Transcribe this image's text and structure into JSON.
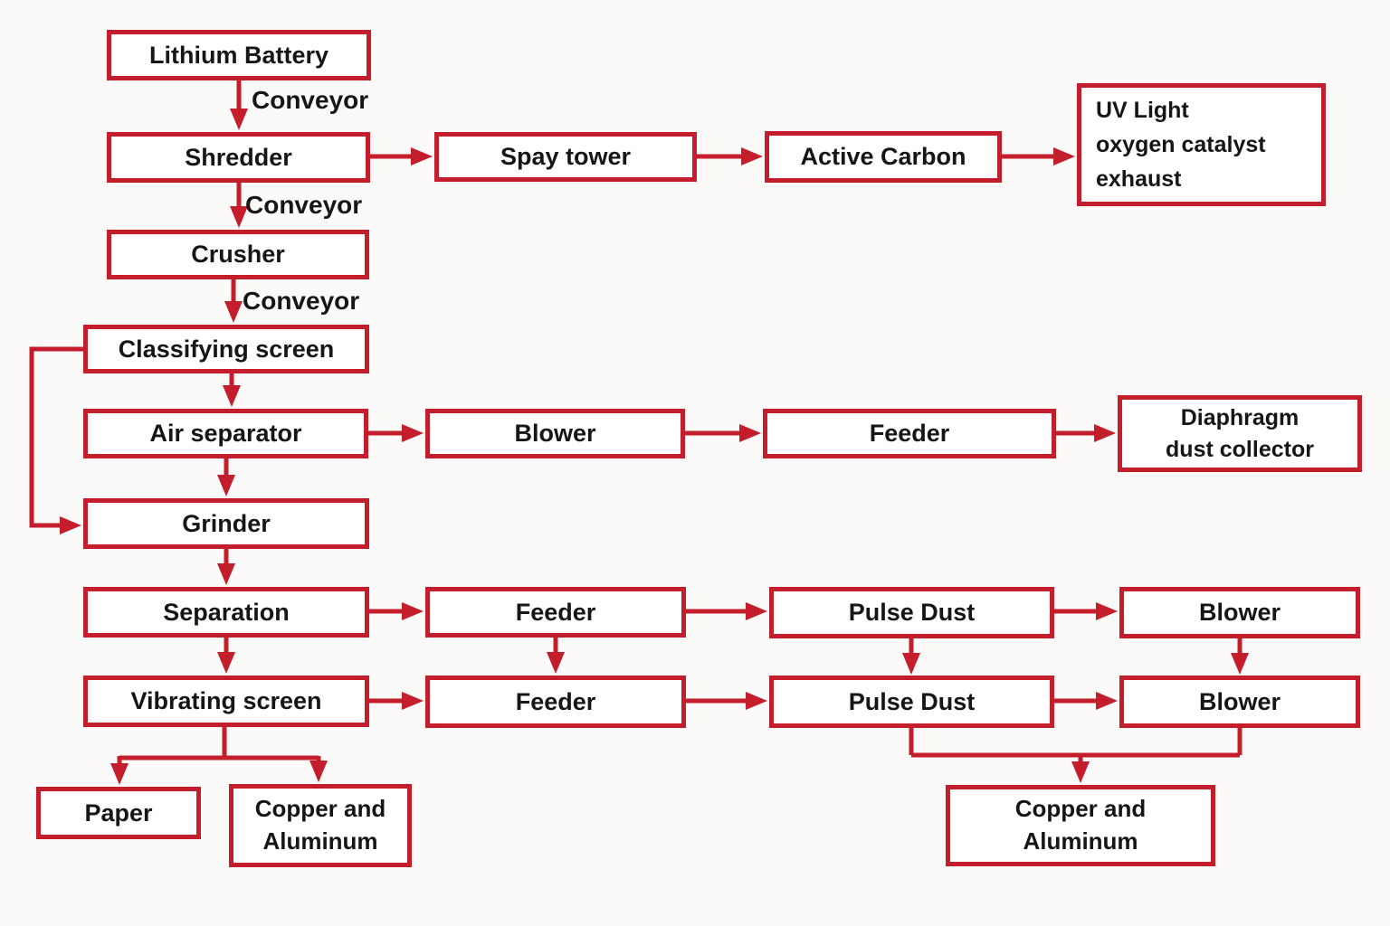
{
  "diagram": {
    "type": "flowchart",
    "colors": {
      "accent_red": "#c41e2d",
      "box_fill": "#ffffff",
      "text": "#161616",
      "background": "#fbfaf9"
    },
    "nodes": {
      "lithium_battery": "Lithium Battery",
      "shredder": "Shredder",
      "spay_tower": "Spay tower",
      "active_carbon": "Active Carbon",
      "uv_light": "UV Light\noxygen catalyst\nexhaust",
      "crusher": "Crusher",
      "classifying_screen": "Classifying screen",
      "air_separator": "Air separator",
      "blower_top": "Blower",
      "feeder_top": "Feeder",
      "diaphragm_dust_collector": "Diaphragm\ndust collector",
      "grinder": "Grinder",
      "separation": "Separation",
      "feeder_mid": "Feeder",
      "pulse_dust_mid": "Pulse Dust",
      "blower_mid": "Blower",
      "vibrating_screen": "Vibrating screen",
      "feeder_bottom": "Feeder",
      "pulse_dust_bottom": "Pulse Dust",
      "blower_bottom": "Blower",
      "paper": "Paper",
      "copper_aluminum_left": "Copper and\nAluminum",
      "copper_aluminum_right": "Copper and\nAluminum"
    },
    "edge_labels": {
      "conveyor_1": "Conveyor",
      "conveyor_2": "Conveyor",
      "conveyor_3": "Conveyor"
    },
    "edges": [
      {
        "from": "Lithium Battery",
        "to": "Shredder",
        "label": "Conveyor"
      },
      {
        "from": "Shredder",
        "to": "Spay tower"
      },
      {
        "from": "Spay tower",
        "to": "Active Carbon"
      },
      {
        "from": "Active Carbon",
        "to": "UV Light oxygen catalyst exhaust"
      },
      {
        "from": "Shredder",
        "to": "Crusher",
        "label": "Conveyor"
      },
      {
        "from": "Crusher",
        "to": "Classifying screen",
        "label": "Conveyor"
      },
      {
        "from": "Classifying screen",
        "to": "Air separator"
      },
      {
        "from": "Classifying screen",
        "to": "Grinder"
      },
      {
        "from": "Air separator",
        "to": "Blower (top)"
      },
      {
        "from": "Blower (top)",
        "to": "Feeder (top)"
      },
      {
        "from": "Feeder (top)",
        "to": "Diaphragm dust collector"
      },
      {
        "from": "Air separator",
        "to": "Grinder"
      },
      {
        "from": "Grinder",
        "to": "Separation"
      },
      {
        "from": "Separation",
        "to": "Feeder (middle)"
      },
      {
        "from": "Feeder (middle)",
        "to": "Pulse Dust (middle)"
      },
      {
        "from": "Pulse Dust (middle)",
        "to": "Blower (middle)"
      },
      {
        "from": "Separation",
        "to": "Vibrating screen"
      },
      {
        "from": "Feeder (middle)",
        "to": "Feeder (bottom)"
      },
      {
        "from": "Pulse Dust (middle)",
        "to": "Pulse Dust (bottom)"
      },
      {
        "from": "Blower (middle)",
        "to": "Blower (bottom)"
      },
      {
        "from": "Vibrating screen",
        "to": "Feeder (bottom)"
      },
      {
        "from": "Feeder (bottom)",
        "to": "Pulse Dust (bottom)"
      },
      {
        "from": "Pulse Dust (bottom)",
        "to": "Blower (bottom)"
      },
      {
        "from": "Vibrating screen",
        "to": "Paper"
      },
      {
        "from": "Vibrating screen",
        "to": "Copper and Aluminum (left)"
      },
      {
        "from": "Pulse Dust (bottom)",
        "to": "Copper and Aluminum (right)"
      },
      {
        "from": "Blower (bottom)",
        "to": "Copper and Aluminum (right)"
      }
    ]
  }
}
